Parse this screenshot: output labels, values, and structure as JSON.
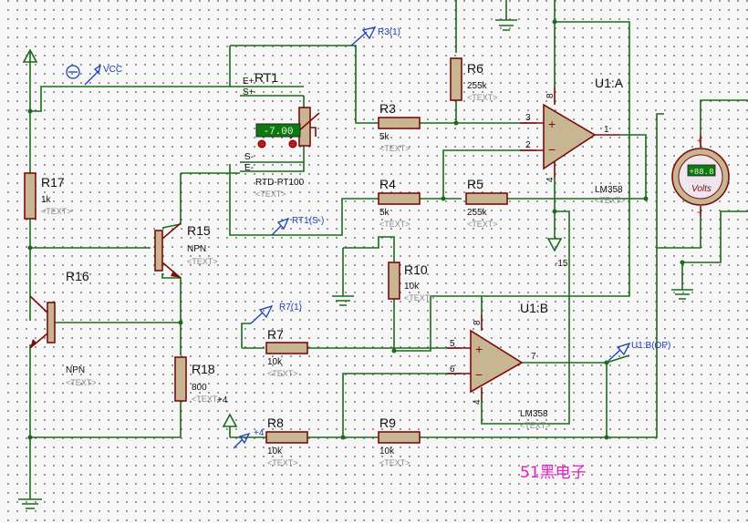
{
  "components": {
    "rt1": {
      "ref": "RT1",
      "model": "RTD-PT100",
      "text": "<TEXT>",
      "display": "-7.00",
      "pin_e_plus": "E+",
      "pin_s_plus": "S+",
      "pin_s_minus": "S-",
      "pin_e_minus": "E-"
    },
    "r3": {
      "ref": "R3",
      "value": "5k",
      "text": "<TEXT>"
    },
    "r4": {
      "ref": "R4",
      "value": "5k",
      "text": "<TEXT>"
    },
    "r5": {
      "ref": "R5",
      "value": "255k",
      "text": "<TEXT>"
    },
    "r6": {
      "ref": "R6",
      "value": "255k",
      "text": "<TEXT>"
    },
    "r7": {
      "ref": "R7",
      "value": "10k",
      "text": "<TEXT>"
    },
    "r8": {
      "ref": "R8",
      "value": "10k",
      "text": "<TEXT>"
    },
    "r9": {
      "ref": "R9",
      "value": "10k",
      "text": "<TEXT>"
    },
    "r10": {
      "ref": "R10",
      "value": "10k",
      "text": "<TEXT>"
    },
    "r17": {
      "ref": "R17",
      "value": "1k",
      "text": "<TEXT>"
    },
    "r18": {
      "ref": "R18",
      "value": "800",
      "text": "<TEXT>"
    },
    "r15": {
      "ref": "R15",
      "type": "NPN",
      "text": "<TEXT>"
    },
    "r16": {
      "ref": "R16",
      "type": "NPN",
      "text": "<TEXT>"
    },
    "u1a": {
      "ref": "U1:A",
      "model": "LM358",
      "text": "<TEXT>",
      "pin_plus_in": "3",
      "pin_minus_in": "2",
      "pin_out": "1",
      "pin_vcc": "8",
      "pin_gnd": "4"
    },
    "u1b": {
      "ref": "U1:B",
      "model": "LM358",
      "text": "<TEXT>",
      "pin_plus_in": "5",
      "pin_minus_in": "6",
      "pin_out": "7",
      "pin_vcc": "8",
      "pin_gnd": "4"
    },
    "voltmeter": {
      "reading": "+88.8",
      "unit": "Volts",
      "plus": "+",
      "minus": "-"
    }
  },
  "labels": {
    "vcc": "VCC",
    "r3_1": "R3(1)",
    "rt1_s_minus": "RT1(S-)",
    "r7_1": "R7(1)",
    "u1b_op": "U1:B(OP)",
    "neg15": "-15",
    "plus4_a": "+4",
    "plus4_b": "+4",
    "op_plus": "+",
    "op_minus": "−"
  },
  "watermark": "51黑电子"
}
